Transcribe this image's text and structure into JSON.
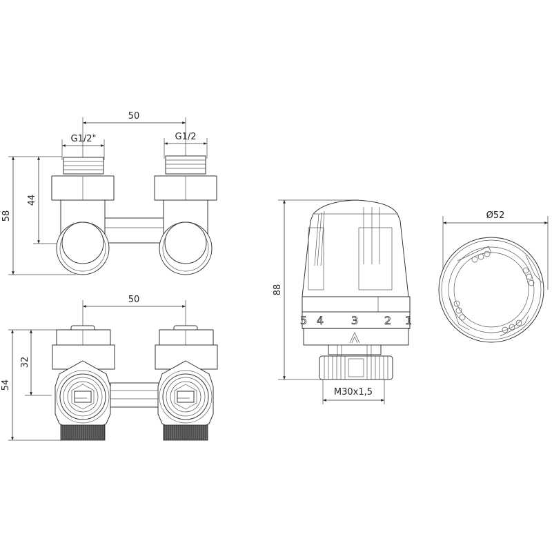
{
  "drawing": {
    "title": "Radiator valve H-block and thermostatic head — dimensioned drawing",
    "colors": {
      "line": "#333333",
      "background": "#ffffff",
      "knurl_fill": "#5a5a5a"
    }
  },
  "views": {
    "valve_top": {
      "spacing_label": "50",
      "left_thread_label": "G1/2\"",
      "right_thread_label": "G1/2",
      "overall_height_label": "58",
      "axis_height_label": "44"
    },
    "valve_front": {
      "spacing_label": "50",
      "overall_height_label": "54",
      "axis_height_label": "32"
    },
    "thermostat_side": {
      "height_label": "88",
      "thread_label": "M30x1,5",
      "dial_numbers": [
        "5",
        "4",
        "3",
        "2",
        "1"
      ]
    },
    "thermostat_top": {
      "diameter_label": "Ø52"
    }
  }
}
